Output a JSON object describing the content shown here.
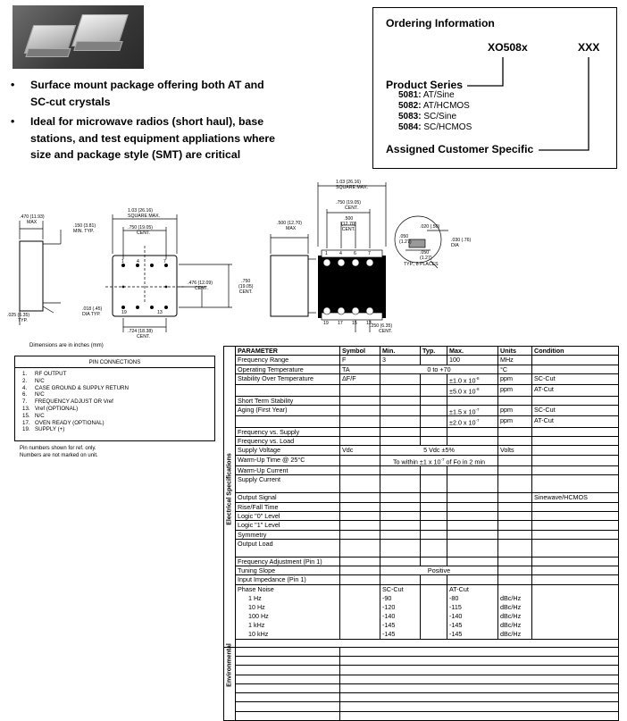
{
  "bullets": [
    "Surface mount package offering both AT and SC-cut crystals",
    "Ideal for microwave radios (short haul), base stations, and test equipment appliations where size and package style (SMT) are critical"
  ],
  "ordering": {
    "title": "Ordering Information",
    "part": "XO508x",
    "suffix": "XXX",
    "series_label": "Product Series",
    "series": [
      {
        "code": "5081:",
        "desc": "AT/Sine"
      },
      {
        "code": "5082:",
        "desc": "AT/HCMOS"
      },
      {
        "code": "5083:",
        "desc": "SC/Sine"
      },
      {
        "code": "5084:",
        "desc": "SC/HCMOS"
      }
    ],
    "customer_label": "Assigned Customer Specific"
  },
  "drawing": {
    "d_470": ".470 (11.93)",
    "d_max": "MAX",
    "d_150": ".150 (3.81)",
    "d_min_typ": "MIN. TYP.",
    "d_025": ".025 (6.35)",
    "d_typ": "TYP.",
    "d_018": ".018 (.45)",
    "d_dia_typ": "DIA TYP.",
    "d_103": "1.03 (26.16)",
    "d_sq_max": "SQUARE MAX.",
    "d_750": ".750 (19.05)",
    "d_cent": "CENT.",
    "d_476": ".476 (12.09)",
    "d_750b": ".750",
    "d_1905": "(19.05)",
    "d_724": ".724 (18.38)",
    "d_500": ".500 (12.70)",
    "d_500b": ".500",
    "d_1270": "(12.70)",
    "d_250": ".250 (6.35)",
    "d_020": ".020 (.50)",
    "d_050": ".050",
    "d_127": "(1.27)",
    "d_030": ".030 (.76)",
    "d_dia": "DIA",
    "d_050b": ".050",
    "d_127b": "(1.27)",
    "d_typ8": "TYP., 8 PLACES",
    "pins_top": [
      "1",
      "4",
      "6",
      "7"
    ],
    "pins_bot": [
      "19",
      "17",
      "15",
      "13"
    ],
    "pin_a": "1",
    "pin_b": "4",
    "pin_c": "7",
    "pin_d": "19",
    "pin_e": "13",
    "dim_note": "Dimensions are in inches (mm)"
  },
  "pins": {
    "header": "PIN CONNECTIONS",
    "list": [
      {
        "n": "1.",
        "t": "RF OUTPUT"
      },
      {
        "n": "2.",
        "t": "N/C"
      },
      {
        "n": "4.",
        "t": "CASE GROUND & SUPPLY RETURN"
      },
      {
        "n": "6.",
        "t": "N/C"
      },
      {
        "n": "7.",
        "t": "FREQUENCY ADJUST OR Vref"
      },
      {
        "n": "13.",
        "t": "Vref (OPTIONAL)"
      },
      {
        "n": "15.",
        "t": "N/C"
      },
      {
        "n": "17.",
        "t": "OVEN READY (OPTIONAL)"
      },
      {
        "n": "19.",
        "t": "SUPPLY (+)"
      }
    ],
    "note1": "Pin numbers shown for ref. only.",
    "note2": "Numbers are not marked on unit."
  },
  "spec": {
    "side_elec": "Electrical Specifications",
    "side_env": "Environmental",
    "headers": [
      "PARAMETER",
      "Symbol",
      "Min.",
      "Typ.",
      "Max.",
      "Units",
      "Condition"
    ],
    "r_freq": [
      "Frequency Range",
      "F",
      "3",
      "",
      "100",
      "MHz",
      ""
    ],
    "r_temp": [
      "Operating Temperature",
      "TA",
      "0 to +70",
      "°C"
    ],
    "r_stab1": [
      "Stability Over Temperature",
      "ΔF/F",
      "±1.0 x 10",
      "-8",
      "ppm",
      "SC-Cut"
    ],
    "r_stab2": [
      "±5.0 x 10",
      "-8",
      "ppm",
      "AT-Cut"
    ],
    "r_short": "Short Term Stability",
    "r_aging1": [
      "Aging (First Year)",
      "±1.5 x 10",
      "-7",
      "ppm",
      "SC-Cut"
    ],
    "r_aging2": [
      "±2.0 x 10",
      "-7",
      "ppm",
      "AT-Cut"
    ],
    "r_fvs": "Frequency vs. Supply",
    "r_fvl": "Frequency vs. Load",
    "r_supply": [
      "Supply Voltage",
      "Vdc",
      "5 Vdc ±5%",
      "Volts"
    ],
    "r_warm": [
      "Warm-Up Time @ 25°C",
      "To within ±1 x 10",
      "-7",
      " of Fo in 2 min"
    ],
    "r_wcur": "Warm-Up Current",
    "r_scur": "Supply Current",
    "r_out": [
      "Output Signal",
      "Sinewave/HCMOS"
    ],
    "r_rise": "Rise/Fall Time",
    "r_l0": "Logic \"0\" Level",
    "r_l1": "Logic \"1\" Level",
    "r_sym": "Symmetry",
    "r_load": "Output Load",
    "r_fadj": "Frequency Adjustment (Pin 1)",
    "r_tune": [
      "Tuning Slope",
      "Positive"
    ],
    "r_imp": "Input Impedance (Pin 1)",
    "r_pn": [
      "Phase Noise",
      "SC-Cut",
      "AT-Cut"
    ],
    "pn": [
      [
        "1 Hz",
        "-90",
        "-80",
        "dBc/Hz"
      ],
      [
        "10 Hz",
        "-120",
        "-115",
        "dBc/Hz"
      ],
      [
        "100 Hz",
        "-140",
        "-140",
        "dBc/Hz"
      ],
      [
        "1 kHz",
        "-145",
        "-145",
        "dBc/Hz"
      ],
      [
        "10 kHz",
        "-145",
        "-145",
        "dBc/Hz"
      ]
    ]
  }
}
